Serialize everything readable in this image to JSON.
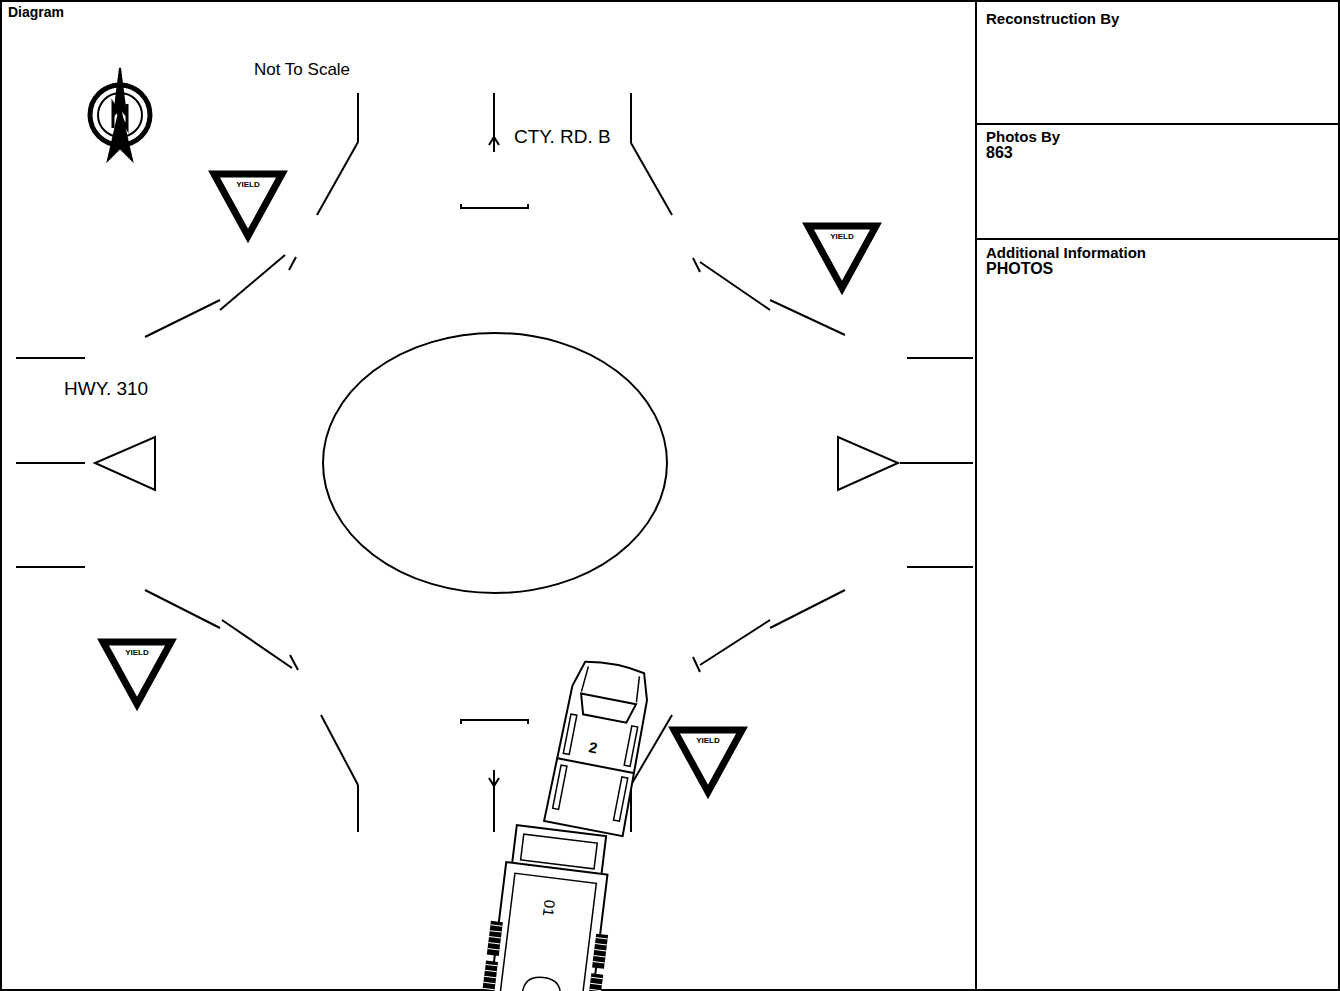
{
  "diagram": {
    "nodes": [
      {
        "text": [
          "Diagram"
        ]
      },
      {
        "text": [
          "Reconstruction By"
        ]
      },
      {
        "text": [
          "Photos By",
          "863"
        ]
      },
      {
        "text": [
          "Additional Information",
          "PHOTOS"
        ]
      },
      {
        "text": [
          "YIELD"
        ],
        "in": 0
      },
      {
        "text": [
          "YIELD"
        ],
        "in": 0
      },
      {
        "text": [
          "YIELD"
        ],
        "in": 0
      },
      {
        "text": [
          "YIELD"
        ],
        "in": 0
      },
      {
        "text": [
          "2"
        ],
        "in": 0
      },
      {
        "text": [
          "01"
        ],
        "in": 0
      }
    ],
    "labels": [
      "Not To Scale",
      "CTY. RD. B",
      "HWY. 310"
    ]
  }
}
